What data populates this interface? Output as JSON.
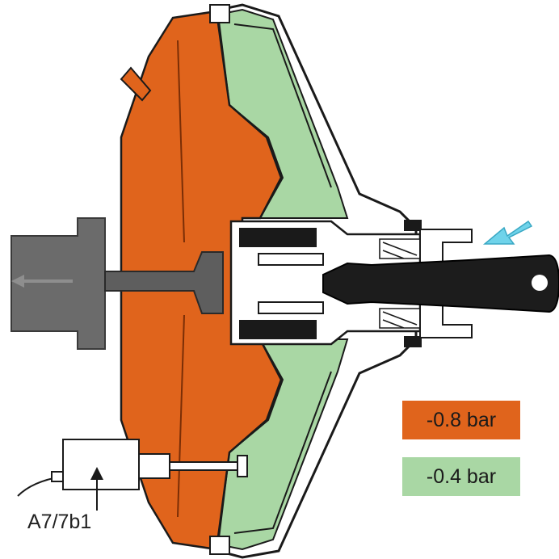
{
  "colors": {
    "high_vacuum_chamber": "#e0641c",
    "low_vacuum_chamber": "#a9d7a4",
    "housing_outline": "#1a1a1a",
    "push_rod": "#5e5e5e",
    "master_cylinder": "#6b6b6b",
    "input_rod": "#1c1c1c",
    "input_arrow": "#6fd3ea"
  },
  "legend": [
    {
      "label": "-0.8 bar",
      "color": "#e0641c"
    },
    {
      "label": "-0.4 bar",
      "color": "#a9d7a4"
    }
  ],
  "part_label": "A7/7b1",
  "icons": {
    "input_force": "arrow-icon",
    "output_force": "arrow-icon",
    "sensor_pointer": "arrow-icon"
  }
}
